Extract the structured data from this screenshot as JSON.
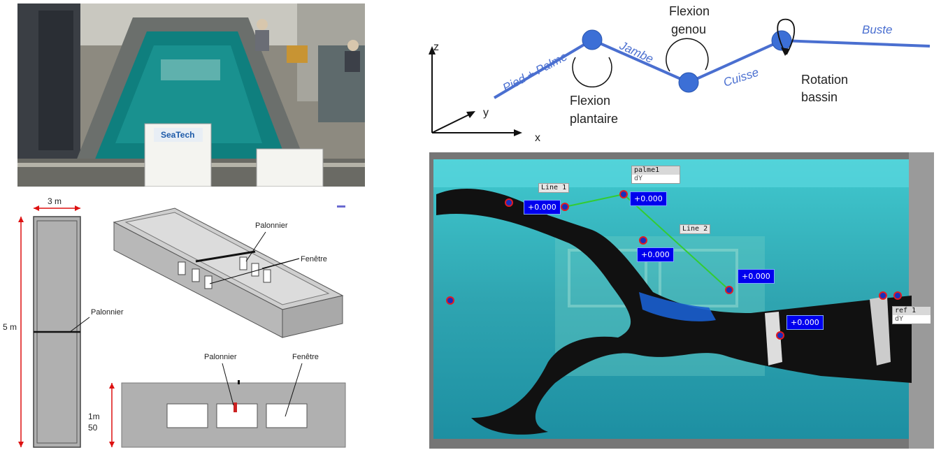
{
  "pool_photo": {
    "sign_text": "SeaTech"
  },
  "pool_plans": {
    "top_view": {
      "width_label": "3 m",
      "length_label": "5 m",
      "beam_label": "Palonnier"
    },
    "iso_view": {
      "beam_label": "Palonnier",
      "window_label": "Fenêtre"
    },
    "side_view": {
      "beam_label": "Palonnier",
      "window_label": "Fenêtre",
      "depth_label_1": "1m",
      "depth_label_2": "50"
    }
  },
  "kinematic_diagram": {
    "axes": {
      "z": "z",
      "y": "y",
      "x": "x"
    },
    "segments": {
      "foot": "Pied + Palme",
      "shank": "Jambe",
      "thigh": "Cuisse",
      "trunk": "Buste"
    },
    "joints": {
      "ankle_1": "Flexion",
      "ankle_2": "plantaire",
      "knee_1": "Flexion",
      "knee_2": "genou",
      "hip_1": "Rotation",
      "hip_2": "bassin"
    },
    "colors": {
      "segment": "#4a6fd0",
      "joint": "#3c6fd6"
    }
  },
  "tracking_view": {
    "line_labels": [
      "Line 1",
      "Line 2"
    ],
    "ref_boxes": [
      {
        "name": "palme1",
        "field": "dY"
      },
      {
        "name": "ref 1",
        "field": "dY"
      }
    ],
    "value_tags": [
      "+0.000",
      "+0.000",
      "+0.000",
      "+0.000",
      "+0.000"
    ]
  }
}
